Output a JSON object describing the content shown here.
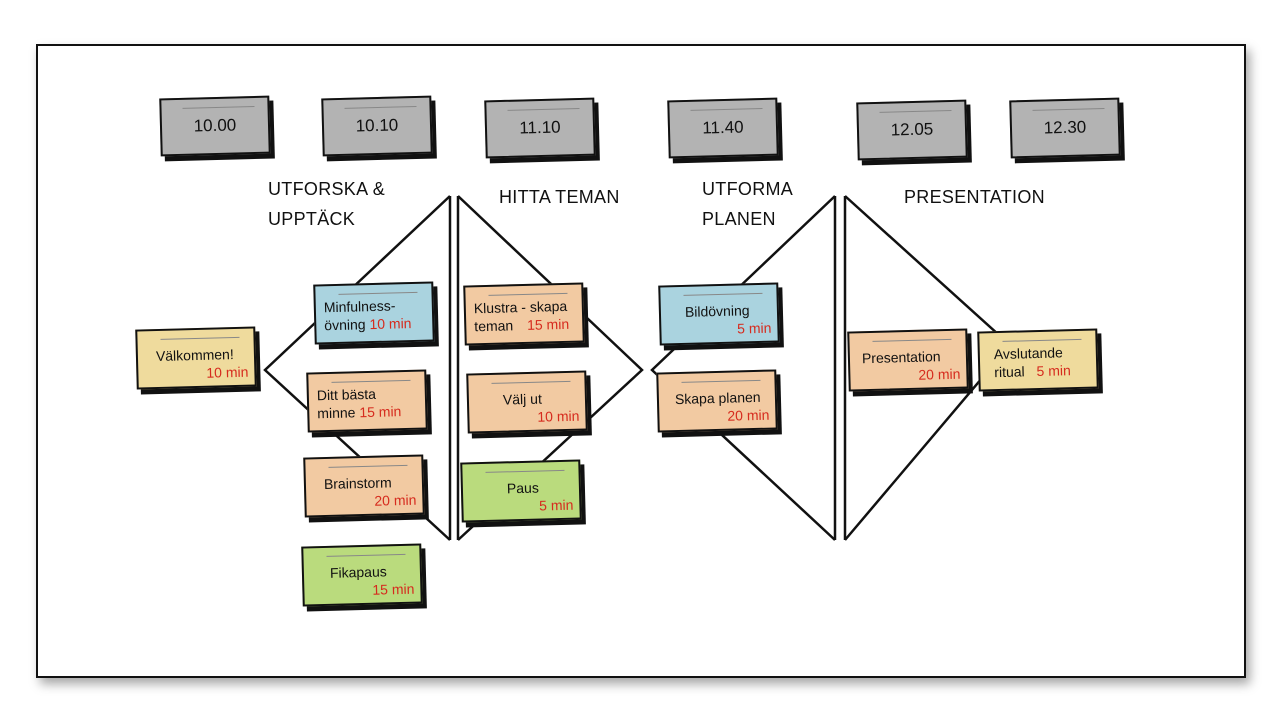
{
  "times": [
    "10.00",
    "10.10",
    "11.10",
    "11.40",
    "12.05",
    "12.30"
  ],
  "phases": {
    "explore": [
      "UTFORSKA &",
      "UPPTÄCK"
    ],
    "themes": "HITTA TEMAN",
    "design": [
      "UTFORMA",
      "PLANEN"
    ],
    "presentation": "PRESENTATION"
  },
  "notes": {
    "welcome": {
      "title": "Välkommen!",
      "time": "10 min",
      "color": "#efdb9d"
    },
    "mindfulness": {
      "title": "Minfulness-",
      "title2": "övning",
      "time": "10 min",
      "color": "#aad3df"
    },
    "best_memory": {
      "title": "Ditt bästa",
      "title2": "minne",
      "time": "15 min",
      "color": "#f2caa2"
    },
    "brainstorm": {
      "title": "Brainstorm",
      "time": "20 min",
      "color": "#f2caa2"
    },
    "coffee": {
      "title": "Fikapaus",
      "time": "15 min",
      "color": "#badb7d"
    },
    "cluster": {
      "title": "Klustra - skapa",
      "title2": "teman",
      "time": "15 min",
      "color": "#f2caa2"
    },
    "select": {
      "title": "Välj ut",
      "time": "10 min",
      "color": "#f2caa2"
    },
    "pause": {
      "title": "Paus",
      "time": "5 min",
      "color": "#badb7d"
    },
    "picture": {
      "title": "Bildövning",
      "time": "5 min",
      "color": "#aad3df"
    },
    "plan": {
      "title": "Skapa planen",
      "time": "20 min",
      "color": "#f2caa2"
    },
    "presentation": {
      "title": "Presentation",
      "time": "20 min",
      "color": "#f2caa2"
    },
    "closing": {
      "title": "Avslutande",
      "title2": "ritual",
      "time": "5 min",
      "color": "#efdb9d"
    }
  }
}
